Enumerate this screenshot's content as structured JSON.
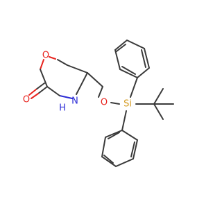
{
  "atoms": {
    "ring_oxygen": {
      "label": "O",
      "color": "#e8231e"
    },
    "carbonyl_oxygen": {
      "label": "O",
      "color": "#e8231e"
    },
    "nitrogen": {
      "label": "N",
      "color": "#2b2bd6"
    },
    "hydrogen": {
      "label": "H",
      "color": "#2b2bd6"
    },
    "ether_oxygen": {
      "label": "O",
      "color": "#e8231e"
    },
    "silicon": {
      "label": "Si",
      "color": "#d49a1f"
    }
  },
  "colors": {
    "bond": "#3a3a3a",
    "background": "#ffffff"
  }
}
